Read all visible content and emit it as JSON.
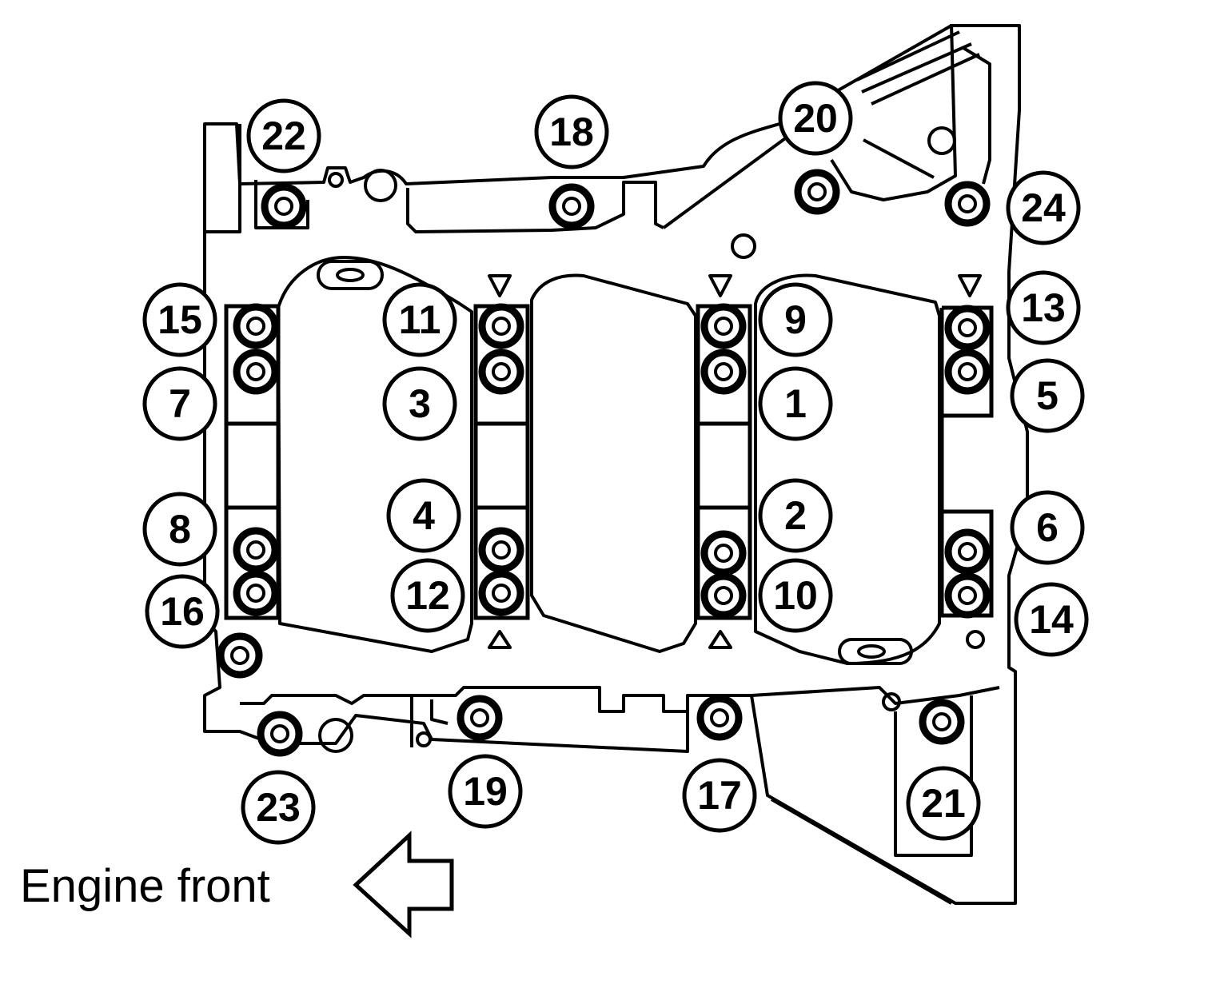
{
  "caption": {
    "text": "Engine front"
  },
  "callouts": {
    "c1": "1",
    "c2": "2",
    "c3": "3",
    "c4": "4",
    "c5": "5",
    "c6": "6",
    "c7": "7",
    "c8": "8",
    "c9": "9",
    "c10": "10",
    "c11": "11",
    "c12": "12",
    "c13": "13",
    "c14": "14",
    "c15": "15",
    "c16": "16",
    "c17": "17",
    "c18": "18",
    "c19": "19",
    "c20": "20",
    "c21": "21",
    "c22": "22",
    "c23": "23",
    "c24": "24"
  },
  "colors": {
    "line": "#000000",
    "background": "#ffffff"
  }
}
